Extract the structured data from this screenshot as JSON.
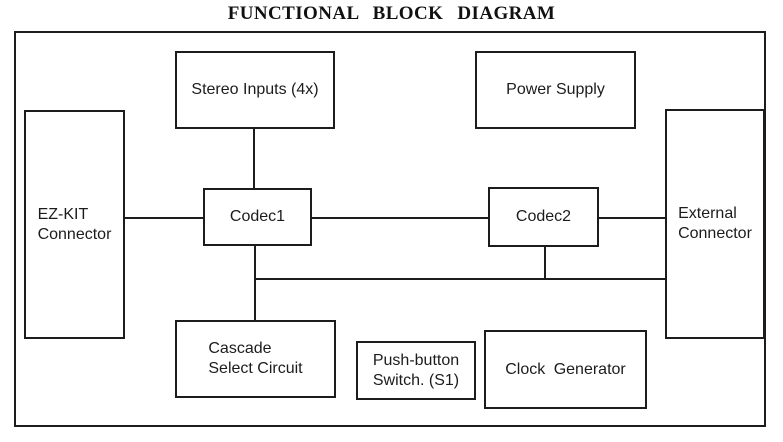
{
  "title": "FUNCTIONAL BLOCK DIAGRAM",
  "colors": {
    "line": "#1c1c1c",
    "background": "#ffffff",
    "text": "#1c1c1c"
  },
  "blocks": {
    "stereo_inputs": {
      "label": "Stereo Inputs (4x)"
    },
    "power_supply": {
      "label": "Power Supply"
    },
    "ezkit": {
      "label": "EZ-KIT\nConnector"
    },
    "codec1": {
      "label": "Codec1"
    },
    "codec2": {
      "label": "Codec2"
    },
    "external": {
      "label": "External\nConnector"
    },
    "cascade": {
      "label": "Cascade\nSelect Circuit"
    },
    "pushbutton": {
      "label": "Push-button\nSwitch. (S1)"
    },
    "clock": {
      "label": "Clock Generator"
    }
  },
  "edges": [
    {
      "from": "stereo_inputs",
      "to": "codec1",
      "type": "vertical"
    },
    {
      "from": "ezkit",
      "to": "codec1",
      "type": "horizontal"
    },
    {
      "from": "codec1",
      "to": "codec2",
      "type": "horizontal"
    },
    {
      "from": "codec2",
      "to": "external",
      "type": "horizontal"
    },
    {
      "from": "codec1",
      "to": "cascade",
      "type": "vertical"
    },
    {
      "from": "codec2",
      "to": "bus",
      "type": "vertical"
    },
    {
      "from": "bus",
      "to": "external",
      "type": "horizontal-bus"
    }
  ]
}
